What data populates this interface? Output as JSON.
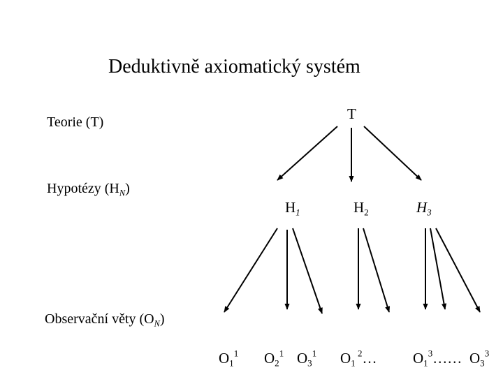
{
  "title": "Deduktivně axiomatický systém",
  "levels": {
    "theory": {
      "label": "Teorie  (T)"
    },
    "hypotheses": {
      "label_prefix": "Hypotézy  (H",
      "label_sub": "N",
      "label_suffix": ")"
    },
    "observations": {
      "label_prefix": "Observační věty (O",
      "label_sub": "N",
      "label_suffix": ")"
    }
  },
  "nodes": {
    "T": "T",
    "h1": {
      "base": "H",
      "sub": "1"
    },
    "h2": {
      "base": "H",
      "sub": "2"
    },
    "h3": {
      "base": "H",
      "sub": "3"
    }
  },
  "observations": {
    "o11": {
      "base": "O",
      "sub": "1",
      "sup": "1"
    },
    "o21": {
      "base": "O",
      "sub": "2",
      "sup": "1"
    },
    "o31": {
      "base": "O",
      "sub": "3",
      "sup": "1"
    },
    "o12": {
      "base": "O",
      "sub": "1",
      "sup": " 2",
      "tail": "…"
    },
    "o13": {
      "base": "O",
      "sub": "1",
      "sup": "3",
      "tail": "……"
    },
    "o33": {
      "base": "O",
      "sub": "3",
      "sup": "3"
    }
  },
  "colors": {
    "ink": "#000000",
    "background": "#ffffff"
  }
}
